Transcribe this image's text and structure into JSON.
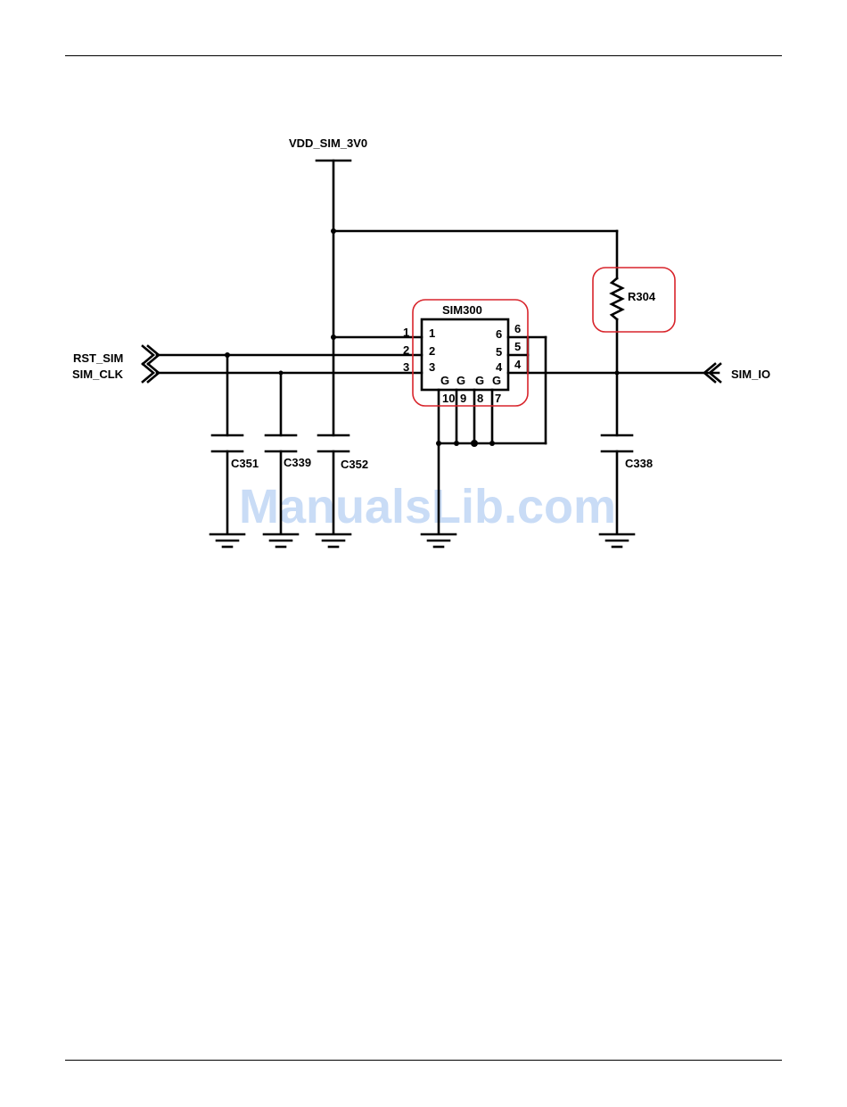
{
  "schematic": {
    "power_net": "VDD_SIM_3V0",
    "component": {
      "name": "SIM300",
      "left_pins": [
        "1",
        "2",
        "3"
      ],
      "right_pins": [
        "6",
        "5",
        "4"
      ],
      "right_outer_pins": [
        "6",
        "5",
        "4"
      ],
      "inner_left_pins": [
        "1",
        "2",
        "3"
      ],
      "inner_right_pins": [
        "6",
        "5",
        "4"
      ],
      "ground_letters": [
        "G",
        "G",
        "G",
        "G"
      ],
      "bottom_pins": [
        "10",
        "9",
        "8",
        "7"
      ]
    },
    "signals": {
      "rst": "RST_SIM",
      "clk": "SIM_CLK",
      "io": "SIM_IO"
    },
    "resistor": "R304",
    "capacitors": [
      "C351",
      "C339",
      "C352",
      "C338"
    ],
    "highlight_color": "#d8242b"
  },
  "watermark": "ManualsLib.com"
}
